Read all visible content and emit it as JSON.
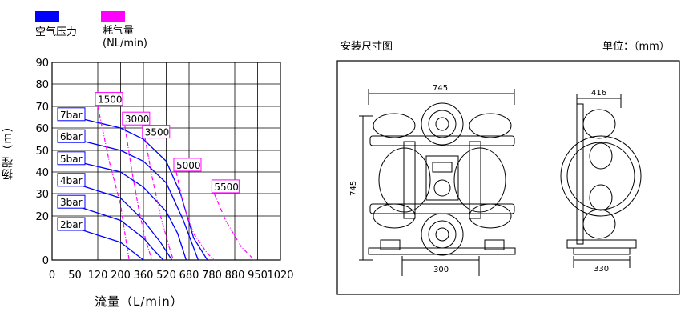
{
  "legend": {
    "air_pressure_label": "空气压力",
    "air_consumption_label": "耗气量",
    "air_consumption_unit": "(NL/min)",
    "air_pressure_color": "#0000ff",
    "air_consumption_color": "#ff00ff"
  },
  "install_title": "安装尺寸图",
  "unit_label": "单位：（mm）",
  "dimensions": {
    "front_width": "745",
    "front_height": "745",
    "front_base": "300",
    "side_width": "416",
    "side_base": "330"
  },
  "chart_data": {
    "type": "line",
    "xlabel": "流量（L/min）",
    "ylabel": "扬程（m）",
    "xlim": [
      0,
      1040
    ],
    "ylim": [
      0,
      90
    ],
    "x_ticks": [
      0,
      50,
      120,
      200,
      360,
      520,
      680,
      780,
      880,
      950,
      1020
    ],
    "x_tick_labels": [
      "0",
      "50",
      "120",
      "200",
      "360",
      "520",
      "680",
      "780",
      "880",
      "950",
      "1020"
    ],
    "y_ticks": [
      0,
      20,
      30,
      40,
      50,
      60,
      70,
      80,
      90
    ],
    "y_tick_labels": [
      "0",
      "20",
      "30",
      "40",
      "50",
      "60",
      "70",
      "80",
      "90"
    ],
    "grid": true,
    "pressure_series": [
      {
        "name": "7bar",
        "label_y": 66,
        "points": [
          [
            30,
            66
          ],
          [
            200,
            60
          ],
          [
            360,
            55
          ],
          [
            520,
            45
          ],
          [
            620,
            30
          ],
          [
            700,
            10
          ],
          [
            760,
            0
          ]
        ]
      },
      {
        "name": "6bar",
        "label_y": 56,
        "points": [
          [
            30,
            56
          ],
          [
            200,
            50
          ],
          [
            360,
            45
          ],
          [
            520,
            35
          ],
          [
            640,
            18
          ],
          [
            720,
            0
          ]
        ]
      },
      {
        "name": "5bar",
        "label_y": 46,
        "points": [
          [
            30,
            46
          ],
          [
            200,
            40
          ],
          [
            360,
            33
          ],
          [
            520,
            22
          ],
          [
            600,
            12
          ],
          [
            660,
            0
          ]
        ]
      },
      {
        "name": "4bar",
        "label_y": 36,
        "points": [
          [
            30,
            36
          ],
          [
            200,
            28
          ],
          [
            360,
            18
          ],
          [
            480,
            8
          ],
          [
            560,
            0
          ]
        ]
      },
      {
        "name": "3bar",
        "label_y": 26,
        "points": [
          [
            30,
            26
          ],
          [
            200,
            18
          ],
          [
            360,
            10
          ],
          [
            440,
            4
          ],
          [
            500,
            0
          ]
        ]
      },
      {
        "name": "2bar",
        "label_y": 16,
        "points": [
          [
            30,
            16
          ],
          [
            200,
            8
          ],
          [
            320,
            2
          ],
          [
            360,
            0
          ]
        ]
      }
    ],
    "consumption_series": [
      {
        "name": "1500",
        "label_x": 120,
        "label_y": 73,
        "points": [
          [
            120,
            70
          ],
          [
            160,
            45
          ],
          [
            200,
            25
          ],
          [
            240,
            8
          ],
          [
            260,
            0
          ]
        ]
      },
      {
        "name": "3000",
        "label_x": 230,
        "label_y": 64,
        "points": [
          [
            230,
            61
          ],
          [
            280,
            40
          ],
          [
            330,
            22
          ],
          [
            380,
            8
          ],
          [
            420,
            0
          ]
        ]
      },
      {
        "name": "3500",
        "label_x": 370,
        "label_y": 58,
        "points": [
          [
            370,
            56
          ],
          [
            420,
            38
          ],
          [
            480,
            20
          ],
          [
            540,
            6
          ],
          [
            570,
            0
          ]
        ]
      },
      {
        "name": "5000",
        "label_x": 590,
        "label_y": 43,
        "points": [
          [
            590,
            40
          ],
          [
            640,
            25
          ],
          [
            700,
            12
          ],
          [
            760,
            3
          ],
          [
            790,
            0
          ]
        ]
      },
      {
        "name": "5500",
        "label_x": 790,
        "label_y": 33,
        "points": [
          [
            790,
            30
          ],
          [
            840,
            18
          ],
          [
            900,
            6
          ],
          [
            940,
            0
          ]
        ]
      }
    ]
  }
}
